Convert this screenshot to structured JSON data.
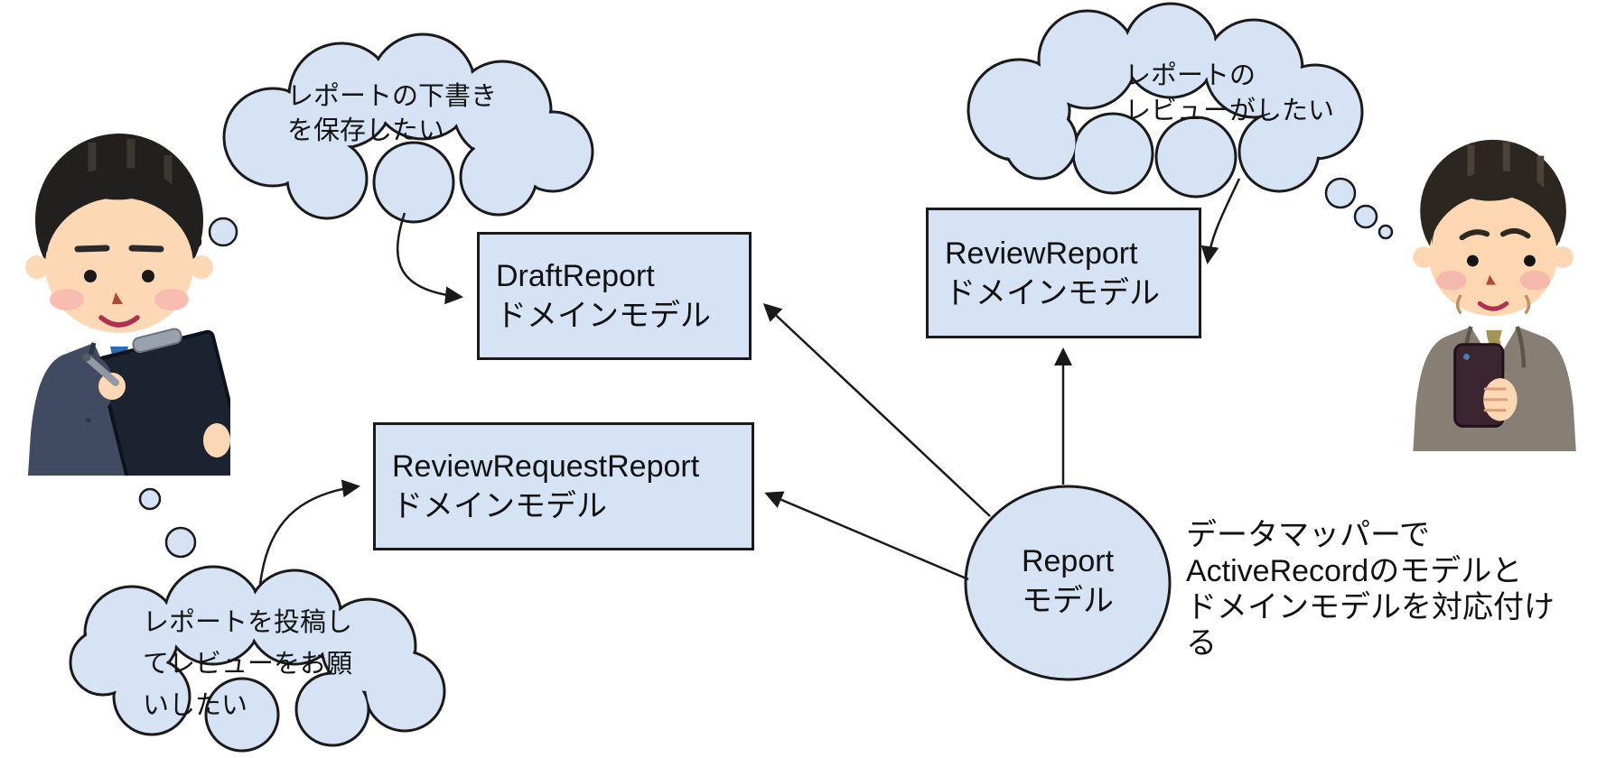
{
  "colors": {
    "shape_fill": "#d5e3f4",
    "shape_stroke": "#1a1a1a",
    "suit_left": "#404a61",
    "tie_left": "#2a6cb8",
    "suit_right": "#877f73",
    "tie_right": "#a29556"
  },
  "clouds": {
    "save_draft": {
      "lines": [
        "レポートの下書き",
        "を保存したい"
      ]
    },
    "post_review_request": {
      "lines": [
        "レポートを投稿し",
        "てレビューをお願",
        "いしたい"
      ]
    },
    "want_review": {
      "lines": [
        "レポートの",
        "レビューがしたい"
      ]
    }
  },
  "boxes": {
    "draft_report": {
      "name": "DraftReport",
      "subtitle": "ドメインモデル"
    },
    "review_request_report": {
      "name": "ReviewRequestReport",
      "subtitle": "ドメインモデル"
    },
    "review_report": {
      "name": "ReviewReport",
      "subtitle": "ドメインモデル"
    }
  },
  "report_model_circle": {
    "name": "Report",
    "subtitle": "モデル"
  },
  "annotation": {
    "lines": [
      "データマッパーで",
      "ActiveRecordのモデルと",
      "ドメインモデルを対応付け",
      "る"
    ]
  }
}
